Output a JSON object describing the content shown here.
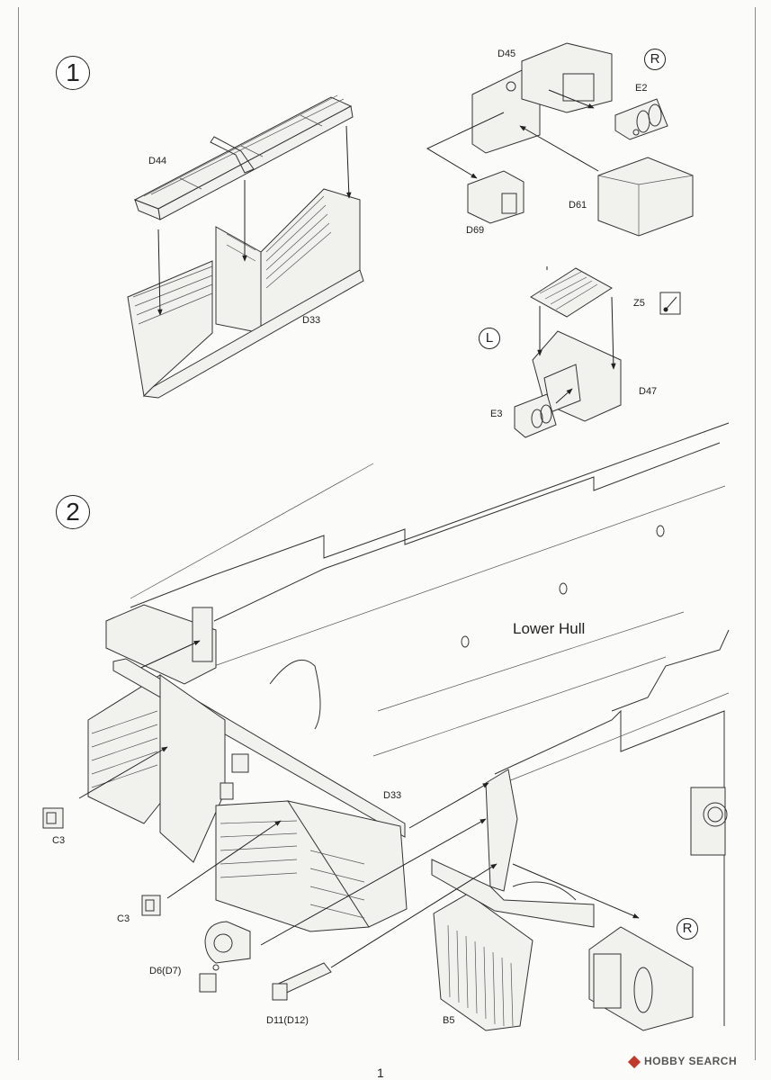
{
  "steps": {
    "one": "1",
    "two": "2"
  },
  "sides": {
    "right_top": "R",
    "left": "L",
    "right_bottom": "R"
  },
  "labels": {
    "d44": "D44",
    "d33_top": "D33",
    "d45": "D45",
    "e2": "E2",
    "d69": "D69",
    "d61": "D61",
    "z5": "Z5",
    "e3": "E3",
    "d47": "D47",
    "lower_hull": "Lower Hull",
    "d33_bottom": "D33",
    "c3_a": "C3",
    "c3_b": "C3",
    "d6": "D6(D7)",
    "d11": "D11(D12)",
    "b5": "B5"
  },
  "page_number": "1",
  "watermark": "HOBBY SEARCH"
}
